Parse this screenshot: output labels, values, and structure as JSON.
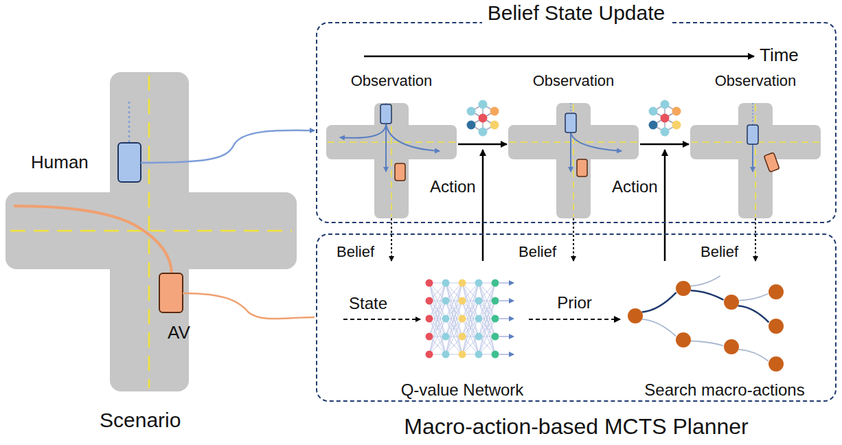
{
  "diagram": {
    "nodes": [
      {
        "text": [
          "Belief State Update"
        ]
      },
      {
        "text": [
          "Observation"
        ],
        "in": 0
      },
      {
        "text": [
          "Observation"
        ],
        "in": 0
      },
      {
        "text": [
          "Observation"
        ],
        "in": 0
      },
      {
        "text": [
          "Macro-action-based MCTS Planner"
        ]
      },
      {
        "text": [
          "Q-value Network"
        ],
        "in": 4
      },
      {
        "text": [
          "Search macro-actions"
        ],
        "in": 4
      }
    ],
    "edges": [
      {
        "from": 1,
        "to": 2,
        "arrow": "to"
      },
      {
        "from": 2,
        "to": 3,
        "arrow": "to"
      },
      {
        "from": 5,
        "to": 6,
        "label": "Prior",
        "arrow": "to"
      }
    ],
    "labels": [
      "Human",
      "AV",
      "Scenario",
      "Time",
      "Action",
      "Action",
      "Belief",
      "Belief",
      "Belief",
      "State"
    ]
  }
}
